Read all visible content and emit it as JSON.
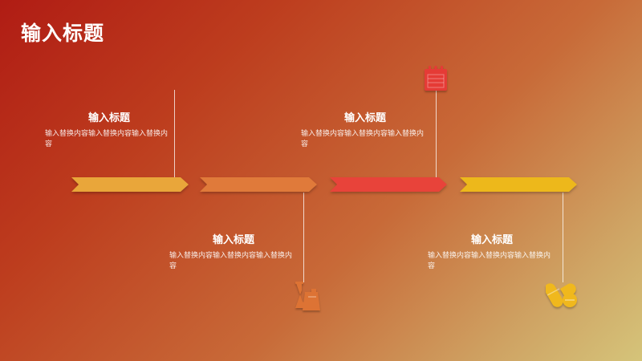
{
  "slide": {
    "title": "输入标题"
  },
  "colors": {
    "arrow_1": "#e9a63a",
    "arrow_2": "#e07a3a",
    "arrow_3": "#e8433a",
    "arrow_4": "#edb81b",
    "calendar_icon": "#e53b36",
    "flask_icon": "#dd7334",
    "pill_icon": "#f0b81d"
  },
  "milestones": [
    {
      "heading": "输入标题",
      "body": "输入替换内容输入替换内容输入替换内容",
      "icon": "none"
    },
    {
      "heading": "输入标题",
      "body": "输入替换内容输入替换内容输入替换内容",
      "icon": "flask-icon"
    },
    {
      "heading": "输入标题",
      "body": "输入替换内容输入替换内容输入替换内容",
      "icon": "calendar-icon"
    },
    {
      "heading": "输入标题",
      "body": "输入替换内容输入替换内容输入替换内容",
      "icon": "pill-icon"
    }
  ]
}
